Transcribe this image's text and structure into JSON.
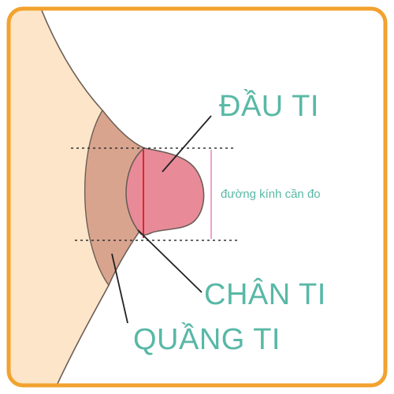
{
  "labels": {
    "nipple": "ĐẦU TI",
    "measure": "đường kính cần đo",
    "nipple_base": "CHÂN TI",
    "areola": "QUẦNG TI"
  },
  "colors": {
    "frame": "#f2a22e",
    "skin": "#fce5c8",
    "areola": "#d9a48e",
    "nipple": "#e98a98",
    "outline": "#6b5e58",
    "measure_line": "#e2242b",
    "diameter_line": "#e98ab8",
    "text": "#58b8a6"
  }
}
